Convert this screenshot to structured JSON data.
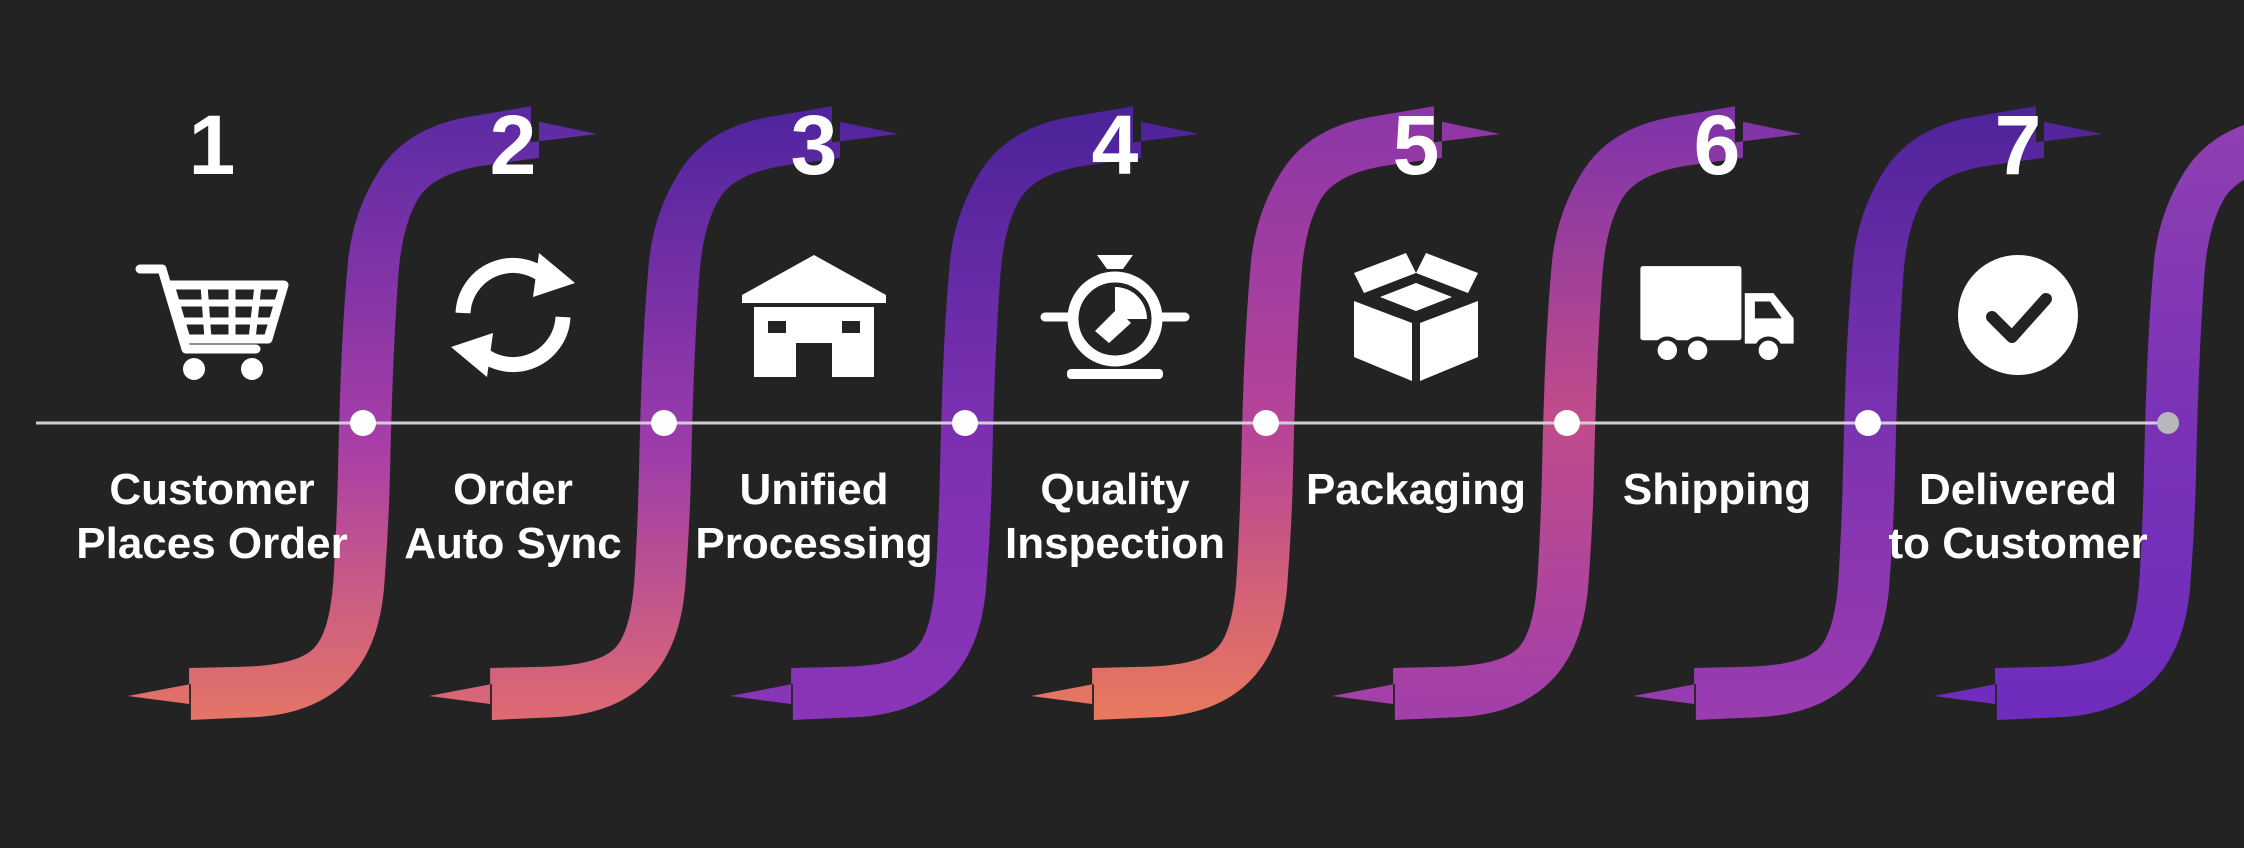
{
  "colors": {
    "background": "#232324",
    "timeline": "#d0d0d4",
    "dot": "#ffffff",
    "text": "#ffffff",
    "arrow_light": "#8e3bb4",
    "arrow_dark": "#55239a",
    "arrow_warm": "#e0706a"
  },
  "steps": [
    {
      "number": "1",
      "icon": "shopping-cart-icon",
      "label_lines": [
        "Customer",
        "Places Order"
      ]
    },
    {
      "number": "2",
      "icon": "sync-arrows-icon",
      "label_lines": [
        "Order",
        "Auto Sync"
      ]
    },
    {
      "number": "3",
      "icon": "warehouse-icon",
      "label_lines": [
        "Unified",
        "Processing"
      ]
    },
    {
      "number": "4",
      "icon": "inspection-gauge-icon",
      "label_lines": [
        "Quality",
        "Inspection"
      ]
    },
    {
      "number": "5",
      "icon": "package-box-icon",
      "label_lines": [
        "Packaging"
      ]
    },
    {
      "number": "6",
      "icon": "delivery-truck-icon",
      "label_lines": [
        "Shipping"
      ]
    },
    {
      "number": "7",
      "icon": "check-circle-icon",
      "label_lines": [
        "Delivered",
        "to Customer"
      ]
    }
  ]
}
